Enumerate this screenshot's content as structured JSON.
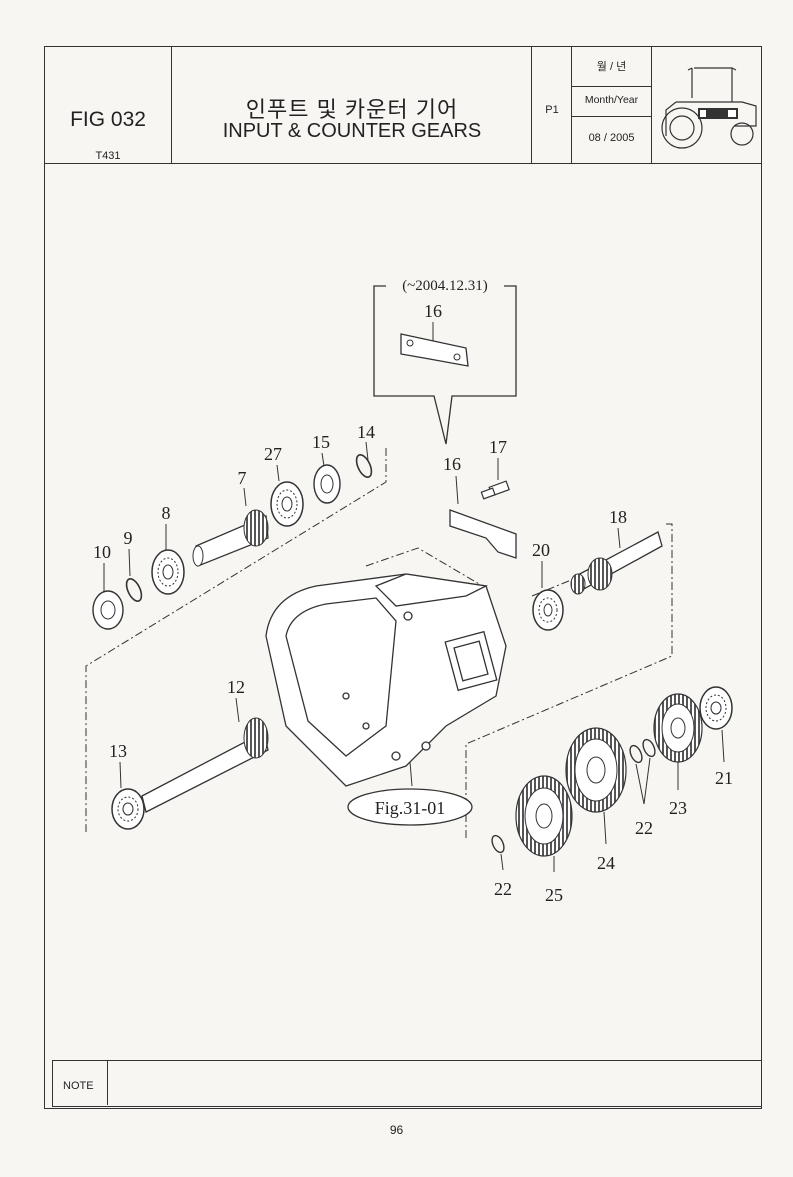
{
  "header": {
    "fig_number": "FIG 032",
    "model": "T431",
    "title_korean": "인푸트 및 카운터 기어",
    "title_english": "INPUT & COUNTER GEARS",
    "page_code": "P1",
    "date_label_korean": "월 / 년",
    "date_label_english": "Month/Year",
    "date_value": "08 / 2005",
    "logo_icon": "tractor-icon"
  },
  "diagram": {
    "inset_period": "(~2004.12.31)",
    "reference_tag": "Fig.31-01",
    "callouts": {
      "c16_inset": "16",
      "c16": "16",
      "c17": "17",
      "c14": "14",
      "c15": "15",
      "c27": "27",
      "c7": "7",
      "c8": "8",
      "c9": "9",
      "c10": "10",
      "c18": "18",
      "c20": "20",
      "c12": "12",
      "c13": "13",
      "c21": "21",
      "c23": "23",
      "c22_right": "22",
      "c24": "24",
      "c22_left": "22",
      "c25": "25"
    }
  },
  "note": {
    "label": "NOTE",
    "text": ""
  },
  "footer": {
    "page_number": "96"
  }
}
